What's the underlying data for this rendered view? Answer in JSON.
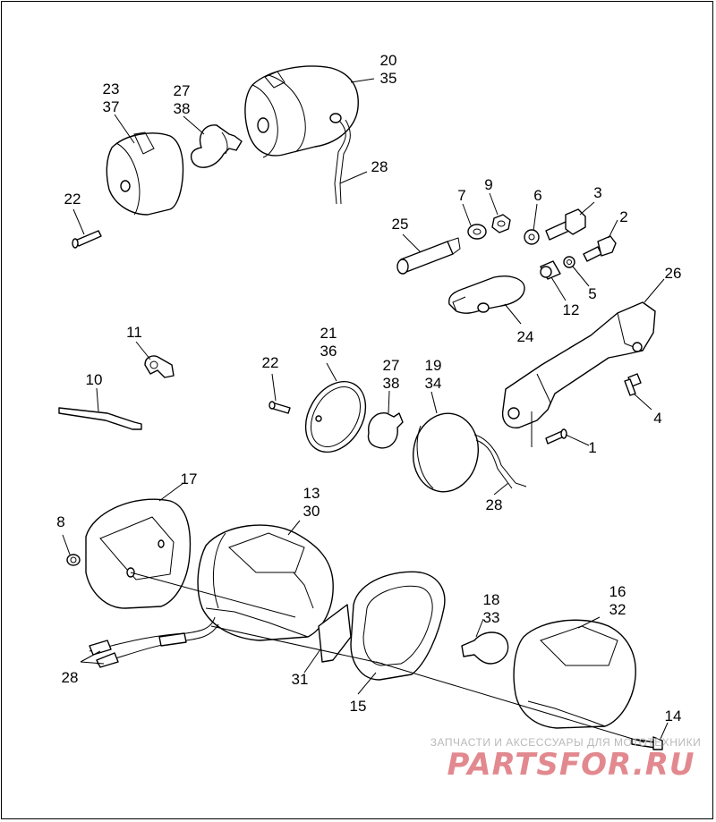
{
  "labels": {
    "l2035": [
      "20",
      "35"
    ],
    "l2337": [
      "23",
      "37"
    ],
    "l2738a": [
      "27",
      "38"
    ],
    "l28a": "28",
    "l22a": "22",
    "l25": "25",
    "l7": "7",
    "l9": "9",
    "l6": "6",
    "l3": "3",
    "l2": "2",
    "l5": "5",
    "l12": "12",
    "l24": "24",
    "l26": "26",
    "l11": "11",
    "l10": "10",
    "l2136": [
      "21",
      "36"
    ],
    "l22b": "22",
    "l2738b": [
      "27",
      "38"
    ],
    "l1934": [
      "19",
      "34"
    ],
    "l4": "4",
    "l1": "1",
    "l28b": "28",
    "l17": "17",
    "l8": "8",
    "l1330": [
      "13",
      "30"
    ],
    "l1833": [
      "18",
      "33"
    ],
    "l1632": [
      "16",
      "32"
    ],
    "l28c": "28",
    "l31": "31",
    "l15": "15",
    "l14": "14"
  },
  "watermark": {
    "line1": "ЗАПЧАСТИ И АКСЕССУАРЫ ДЛЯ МОТОТЕХНИКИ",
    "line2": "PARTSFOR.RU",
    "color_text": "#e2898f",
    "color_sub": "#b9b9b9"
  }
}
